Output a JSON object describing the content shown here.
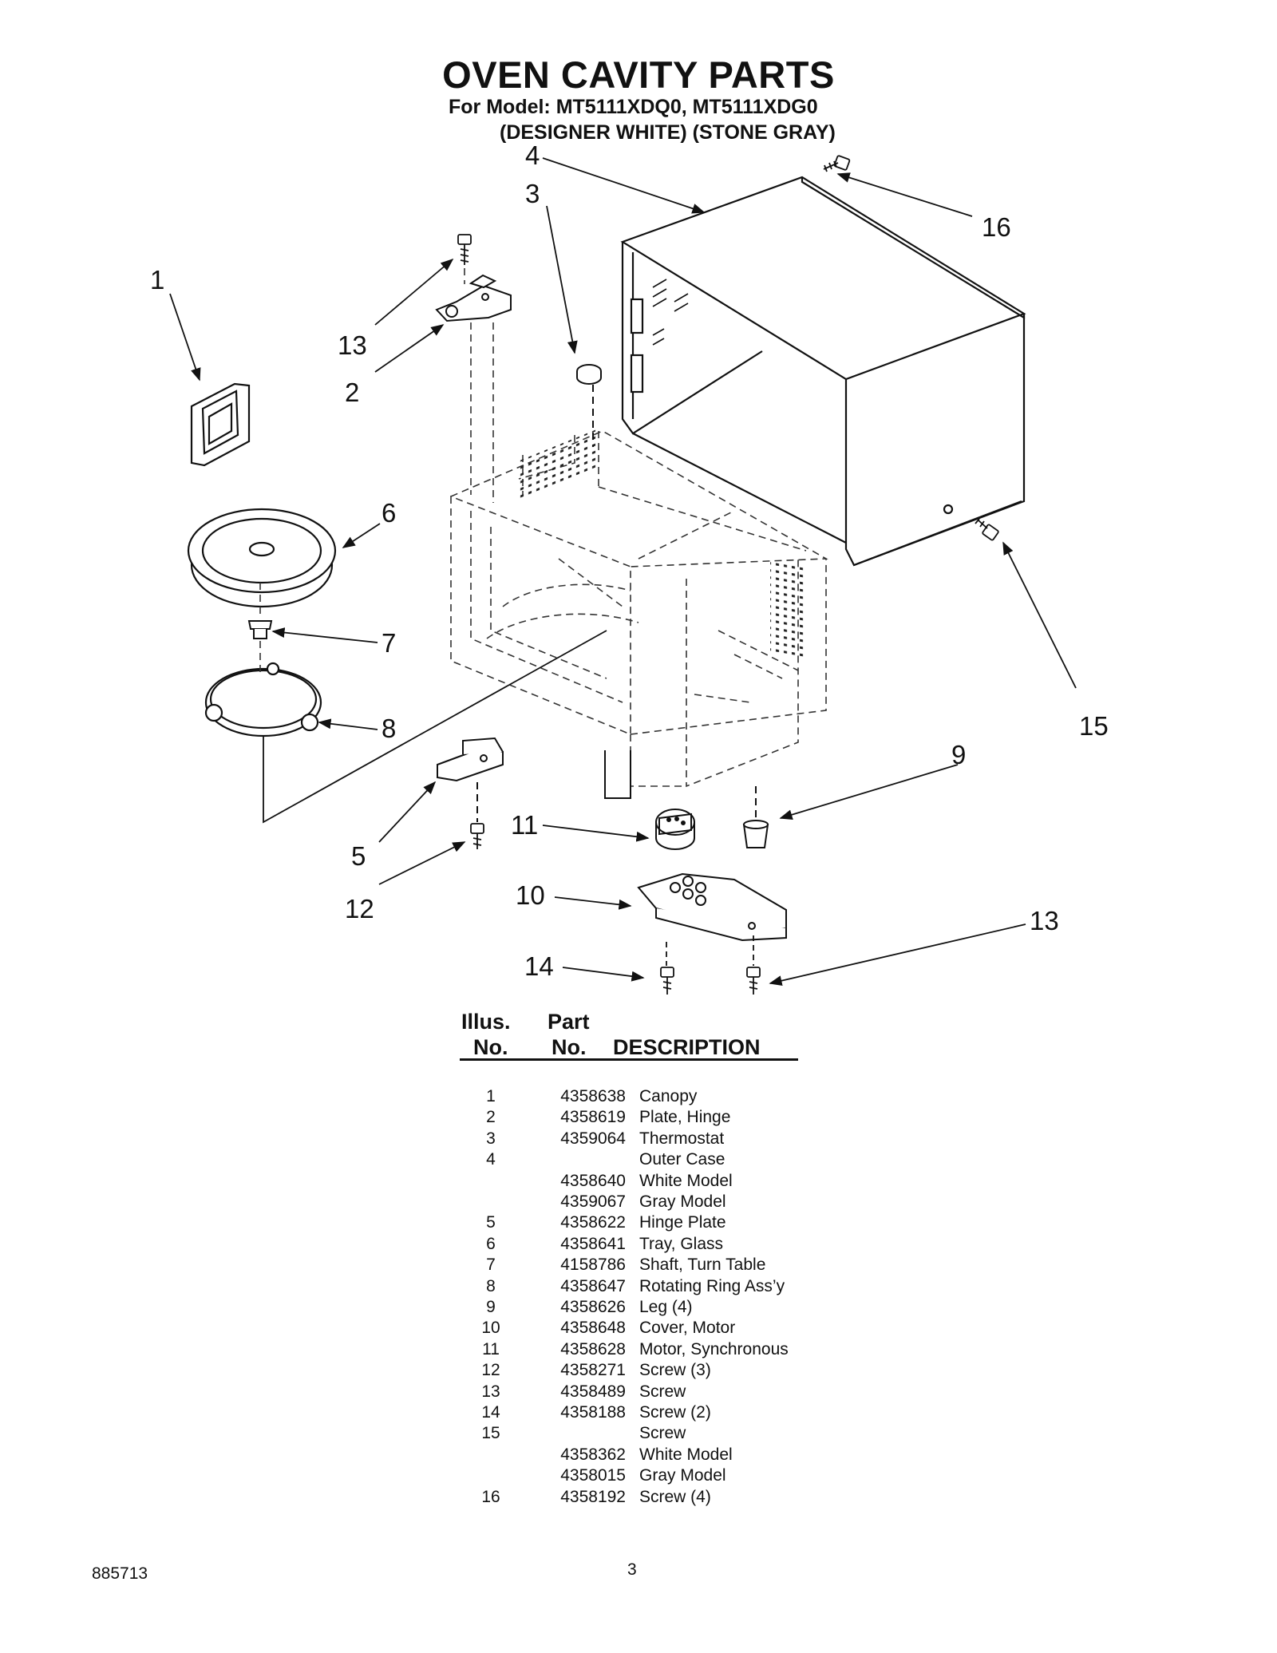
{
  "header": {
    "title": "OVEN CAVITY PARTS",
    "subtitle_line1": "For Model: MT5111XDQ0, MT5111XDG0",
    "subtitle_line2": "(DESIGNER WHITE) (STONE GRAY)"
  },
  "callouts": {
    "c1": "1",
    "c2": "2",
    "c3": "3",
    "c4": "4",
    "c5": "5",
    "c6": "6",
    "c7": "7",
    "c8": "8",
    "c9": "9",
    "c10": "10",
    "c11": "11",
    "c12": "12",
    "c13a": "13",
    "c13b": "13",
    "c14": "14",
    "c15": "15",
    "c16": "16"
  },
  "table": {
    "headers": {
      "illus_line1": "Illus.",
      "illus_line2": "No.",
      "part_line1": "Part",
      "part_line2": "No.",
      "description": "DESCRIPTION"
    },
    "rows": [
      {
        "illus": "1",
        "part": "4358638",
        "desc": "Canopy"
      },
      {
        "illus": "2",
        "part": "4358619",
        "desc": "Plate, Hinge"
      },
      {
        "illus": "3",
        "part": "4359064",
        "desc": "Thermostat"
      },
      {
        "illus": "4",
        "part": "",
        "desc": "Outer Case"
      },
      {
        "illus": "",
        "part": "4358640",
        "desc": "White Model"
      },
      {
        "illus": "",
        "part": "4359067",
        "desc": "Gray Model"
      },
      {
        "illus": "5",
        "part": "4358622",
        "desc": "Hinge Plate"
      },
      {
        "illus": "6",
        "part": "4358641",
        "desc": "Tray, Glass"
      },
      {
        "illus": "7",
        "part": "4158786",
        "desc": "Shaft, Turn Table"
      },
      {
        "illus": "8",
        "part": "4358647",
        "desc": "Rotating Ring Ass’y"
      },
      {
        "illus": "9",
        "part": "4358626",
        "desc": "Leg (4)"
      },
      {
        "illus": "10",
        "part": "4358648",
        "desc": "Cover, Motor"
      },
      {
        "illus": "11",
        "part": "4358628",
        "desc": "Motor, Synchronous"
      },
      {
        "illus": "12",
        "part": "4358271",
        "desc": "Screw (3)"
      },
      {
        "illus": "13",
        "part": "4358489",
        "desc": "Screw"
      },
      {
        "illus": "14",
        "part": "4358188",
        "desc": "Screw (2)"
      },
      {
        "illus": "15",
        "part": "",
        "desc": "Screw"
      },
      {
        "illus": "",
        "part": "4358362",
        "desc": "White Model"
      },
      {
        "illus": "",
        "part": "4358015",
        "desc": "Gray Model"
      },
      {
        "illus": "16",
        "part": "4358192",
        "desc": "Screw (4)"
      }
    ]
  },
  "footer": {
    "doc_number": "885713",
    "page_number": "3"
  }
}
